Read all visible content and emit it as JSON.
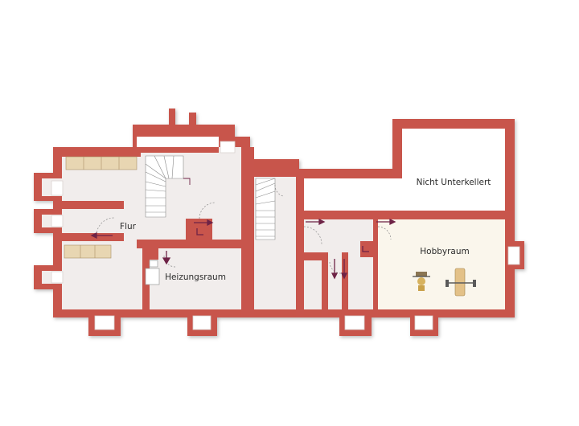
{
  "rooms": {
    "flur": "Flur",
    "heizungsraum": "Heizungsraum",
    "nicht_unterkellert": "Nicht Unterkellert",
    "hobbyraum": "Hobbyraum"
  },
  "colors": {
    "wall": "#c8554c",
    "wall_edge": "#a8433b",
    "floor": "#f1edec",
    "hobby_floor": "#faf6ec",
    "window": "#ffffff",
    "door_arrow": "#6e2346",
    "cabinet": "#e8d6b2",
    "stairs": "#ffffff"
  }
}
